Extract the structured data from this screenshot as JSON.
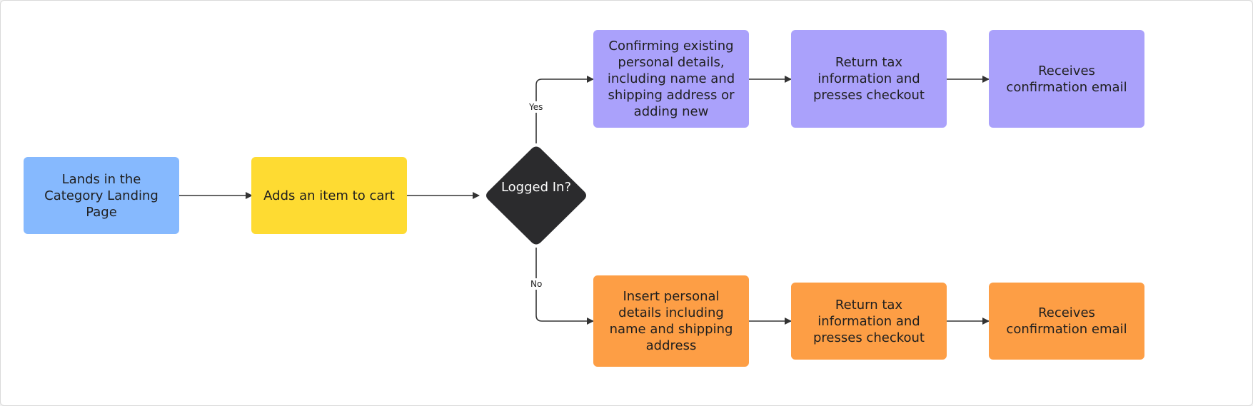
{
  "diagram": {
    "nodes": {
      "start": {
        "label": "Lands in the Category Landing Page"
      },
      "add_to_cart": {
        "label": "Adds an item to cart"
      },
      "decision": {
        "label": "Logged In?"
      },
      "yes_details": {
        "label": "Confirming existing personal details, including name and shipping address or adding new"
      },
      "yes_tax": {
        "label": "Return tax information and presses checkout"
      },
      "yes_email": {
        "label": "Receives confirmation email"
      },
      "no_details": {
        "label": "Insert personal details including name and shipping address"
      },
      "no_tax": {
        "label": "Return tax information and presses checkout"
      },
      "no_email": {
        "label": "Receives confirmation email"
      }
    },
    "edge_labels": {
      "yes": "Yes",
      "no": "No"
    },
    "colors": {
      "blue": "#86b9fe",
      "yellow": "#fedb32",
      "purple": "#aaa1fb",
      "orange": "#fd9e45",
      "decision": "#2b2b2d",
      "connector": "#333333"
    }
  }
}
